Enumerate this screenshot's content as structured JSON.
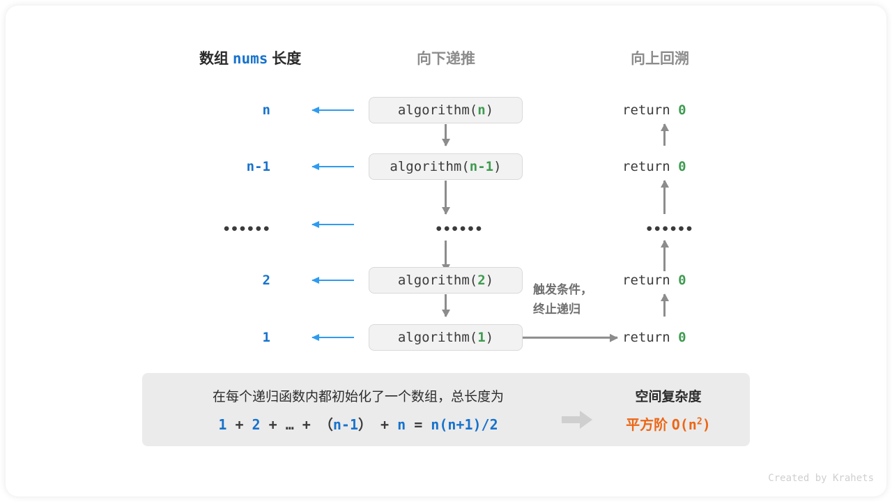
{
  "headers": {
    "left_prefix": "数组",
    "left_keyword": "nums",
    "left_suffix": "长度",
    "downward": "向下递推",
    "upward": "向上回溯"
  },
  "rows": [
    {
      "length": "n",
      "call_prefix": "algorithm(",
      "call_arg": "n",
      "call_suffix": ")",
      "return_label": "return",
      "return_value": "0",
      "is_ellipsis": false
    },
    {
      "length": "n-1",
      "call_prefix": "algorithm(",
      "call_arg": "n-1",
      "call_suffix": ")",
      "return_label": "return",
      "return_value": "0",
      "is_ellipsis": false
    },
    {
      "length": "••••••",
      "call_prefix": "",
      "call_arg": "••••••",
      "call_suffix": "",
      "return_label": "",
      "return_value": "••••••",
      "is_ellipsis": true
    },
    {
      "length": "2",
      "call_prefix": "algorithm(",
      "call_arg": "2",
      "call_suffix": ")",
      "return_label": "return",
      "return_value": "0",
      "is_ellipsis": false
    },
    {
      "length": "1",
      "call_prefix": "algorithm(",
      "call_arg": "1",
      "call_suffix": ")",
      "return_label": "return",
      "return_value": "0",
      "is_ellipsis": false
    }
  ],
  "note": {
    "line1": "触发条件，",
    "line2": "终止递归"
  },
  "panel": {
    "description": "在每个递归函数内都初始化了一个数组，总长度为",
    "formula_parts": [
      {
        "t": "1",
        "blue": true
      },
      {
        "t": " + ",
        "blue": false
      },
      {
        "t": "2",
        "blue": true
      },
      {
        "t": " + … + ",
        "blue": false
      },
      {
        "t": "（",
        "blue": false
      },
      {
        "t": "n-1",
        "blue": true
      },
      {
        "t": "）",
        "blue": false
      },
      {
        "t": " + ",
        "blue": false
      },
      {
        "t": "n",
        "blue": true
      },
      {
        "t": " = ",
        "blue": false
      },
      {
        "t": "n(n+1)/2",
        "blue": true
      }
    ],
    "right_title": "空间复杂度",
    "right_complexity_label": "平方阶",
    "right_complexity_notation": "O(n",
    "right_complexity_exponent": "2",
    "right_complexity_close": ")"
  },
  "footer": "Created by Krahets",
  "colors": {
    "blue_text": "#1772cc",
    "blue_arrow": "#2e9bf0",
    "green_arg": "#3d9b4f",
    "gray_arrow": "#8c8c8c",
    "orange": "#ec6716",
    "panel_bg": "#ebebeb",
    "box_bg": "#f2f2f2"
  }
}
